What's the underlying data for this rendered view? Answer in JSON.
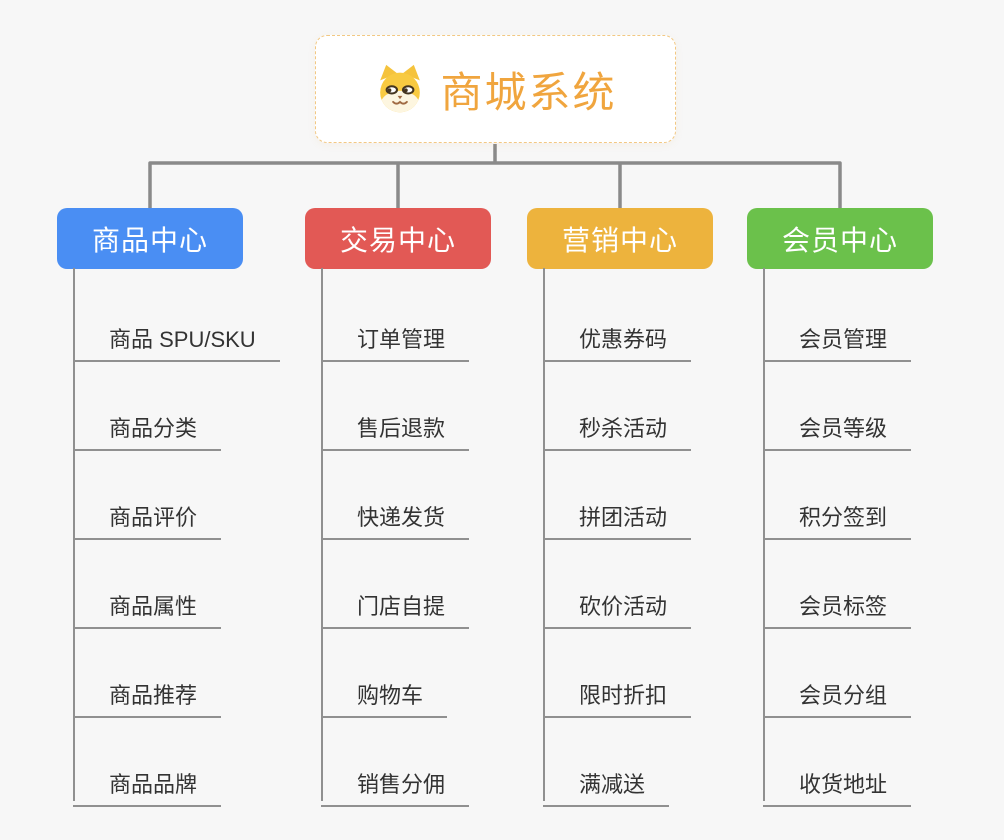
{
  "root": {
    "title": "商城系统",
    "icon": "shiba-dog-icon"
  },
  "branches": [
    {
      "id": "product-center",
      "label": "商品中心",
      "color": "#4A8EF3",
      "children": [
        "商品 SPU/SKU",
        "商品分类",
        "商品评价",
        "商品属性",
        "商品推荐",
        "商品品牌"
      ]
    },
    {
      "id": "trade-center",
      "label": "交易中心",
      "color": "#E25955",
      "children": [
        "订单管理",
        "售后退款",
        "快递发货",
        "门店自提",
        "购物车",
        "销售分佣"
      ]
    },
    {
      "id": "marketing-center",
      "label": "营销中心",
      "color": "#EDB33D",
      "children": [
        "优惠券码",
        "秒杀活动",
        "拼团活动",
        "砍价活动",
        "限时折扣",
        "满减送"
      ]
    },
    {
      "id": "member-center",
      "label": "会员中心",
      "color": "#6BC14B",
      "children": [
        "会员管理",
        "会员等级",
        "积分签到",
        "会员标签",
        "会员分组",
        "收货地址"
      ]
    }
  ],
  "colors": {
    "background": "#F7F7F7",
    "connector_line": "#8A8A8A",
    "leaf_line": "#909090",
    "leaf_text": "#333333",
    "root_text": "#F0A53E",
    "root_border": "#F2C883",
    "branch_text": "#FFFFFF"
  }
}
